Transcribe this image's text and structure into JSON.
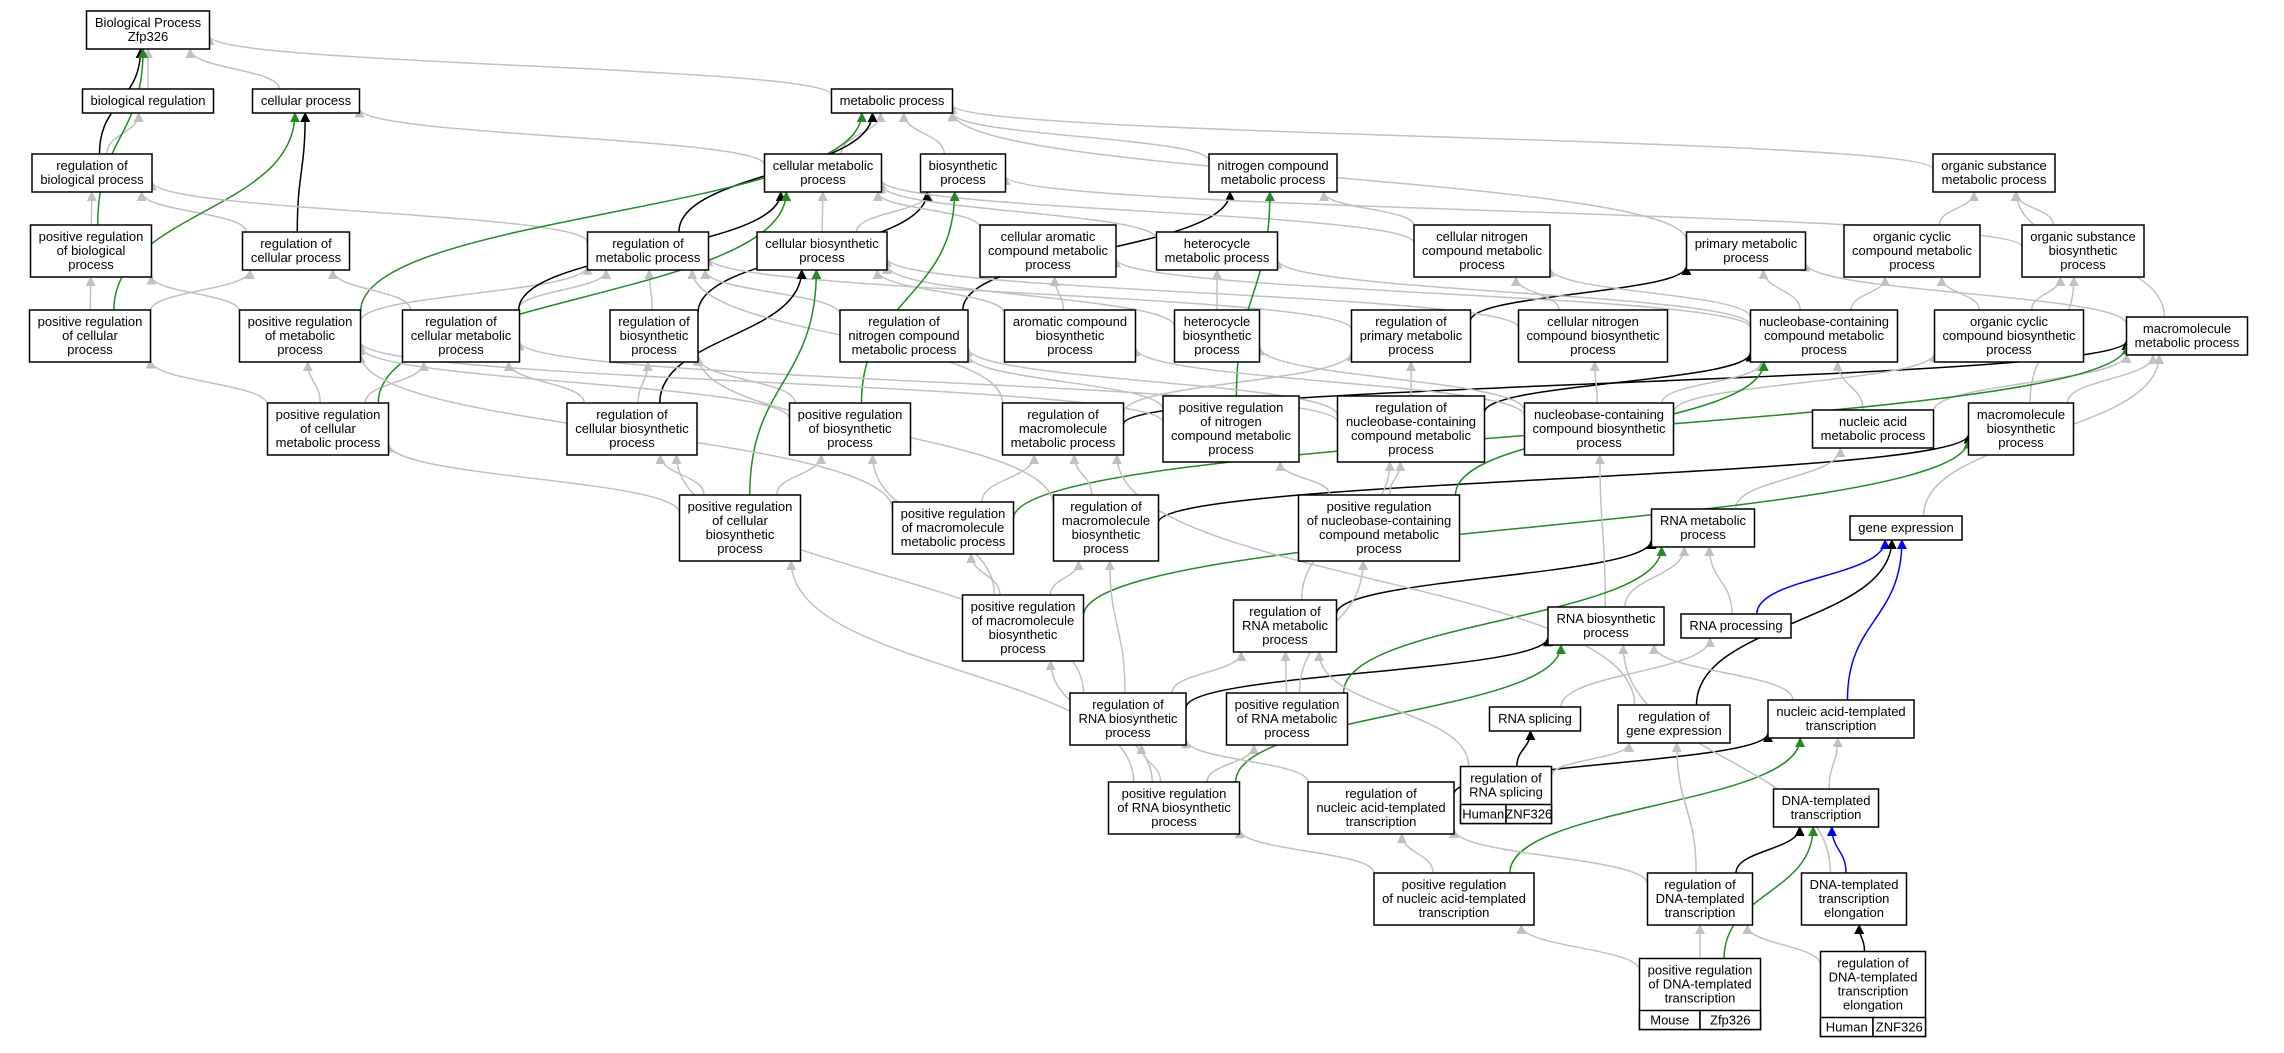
{
  "colors": {
    "is_a": "#c0c0c0",
    "regulates": "#000000",
    "positively_regulates": "#228b22",
    "part_of": "#0000ff",
    "human_tag": "#e8553f",
    "mouse_tag": "#add8e6"
  },
  "nodes": [
    {
      "id": "bp",
      "lines": [
        "Biological Process",
        "Zfp326"
      ]
    },
    {
      "id": "br",
      "lines": [
        "biological regulation"
      ]
    },
    {
      "id": "cp",
      "lines": [
        "cellular process"
      ]
    },
    {
      "id": "mp",
      "lines": [
        "metabolic process"
      ]
    },
    {
      "id": "rbp",
      "lines": [
        "regulation of",
        "biological process"
      ]
    },
    {
      "id": "cmp",
      "lines": [
        "cellular metabolic",
        "process"
      ]
    },
    {
      "id": "bsp",
      "lines": [
        "biosynthetic",
        "process"
      ]
    },
    {
      "id": "ncmp",
      "lines": [
        "nitrogen compound",
        "metabolic process"
      ]
    },
    {
      "id": "osmp",
      "lines": [
        "organic substance",
        "metabolic process"
      ]
    },
    {
      "id": "prbp",
      "lines": [
        "positive regulation",
        "of biological",
        "process"
      ]
    },
    {
      "id": "rcp",
      "lines": [
        "regulation of",
        "cellular process"
      ]
    },
    {
      "id": "rmp",
      "lines": [
        "regulation of",
        "metabolic process"
      ]
    },
    {
      "id": "cbp",
      "lines": [
        "cellular biosynthetic",
        "process"
      ]
    },
    {
      "id": "cacmp",
      "lines": [
        "cellular aromatic",
        "compound metabolic",
        "process"
      ]
    },
    {
      "id": "hmp",
      "lines": [
        "heterocycle",
        "metabolic process"
      ]
    },
    {
      "id": "cncmp",
      "lines": [
        "cellular nitrogen",
        "compound metabolic",
        "process"
      ]
    },
    {
      "id": "pmp",
      "lines": [
        "primary metabolic",
        "process"
      ]
    },
    {
      "id": "occmp",
      "lines": [
        "organic cyclic",
        "compound metabolic",
        "process"
      ]
    },
    {
      "id": "osbp",
      "lines": [
        "organic substance",
        "biosynthetic",
        "process"
      ]
    },
    {
      "id": "prcp",
      "lines": [
        "positive regulation",
        "of cellular",
        "process"
      ]
    },
    {
      "id": "prmp",
      "lines": [
        "positive regulation",
        "of metabolic",
        "process"
      ]
    },
    {
      "id": "rcmp",
      "lines": [
        "regulation of",
        "cellular metabolic",
        "process"
      ]
    },
    {
      "id": "rbsp",
      "lines": [
        "regulation of",
        "biosynthetic",
        "process"
      ]
    },
    {
      "id": "rncmp",
      "lines": [
        "regulation of",
        "nitrogen compound",
        "metabolic process"
      ]
    },
    {
      "id": "acbp",
      "lines": [
        "aromatic compound",
        "biosynthetic",
        "process"
      ]
    },
    {
      "id": "hbp",
      "lines": [
        "heterocycle",
        "biosynthetic",
        "process"
      ]
    },
    {
      "id": "rpmp",
      "lines": [
        "regulation of",
        "primary metabolic",
        "process"
      ]
    },
    {
      "id": "cncbp",
      "lines": [
        "cellular nitrogen",
        "compound biosynthetic",
        "process"
      ]
    },
    {
      "id": "nbcmp",
      "lines": [
        "nucleobase-containing",
        "compound metabolic",
        "process"
      ]
    },
    {
      "id": "occbp",
      "lines": [
        "organic cyclic",
        "compound biosynthetic",
        "process"
      ]
    },
    {
      "id": "mmp",
      "lines": [
        "macromolecule",
        "metabolic process"
      ]
    },
    {
      "id": "prcmp",
      "lines": [
        "positive regulation",
        "of cellular",
        "metabolic process"
      ]
    },
    {
      "id": "rcbp",
      "lines": [
        "regulation of",
        "cellular biosynthetic",
        "process"
      ]
    },
    {
      "id": "prbsp",
      "lines": [
        "positive regulation",
        "of biosynthetic",
        "process"
      ]
    },
    {
      "id": "rmmp",
      "lines": [
        "regulation of",
        "macromolecule",
        "metabolic process"
      ]
    },
    {
      "id": "prncmp",
      "lines": [
        "positive regulation",
        "of nitrogen",
        "compound metabolic",
        "process"
      ]
    },
    {
      "id": "rnbcmp",
      "lines": [
        "regulation of",
        "nucleobase-containing",
        "compound metabolic",
        "process"
      ]
    },
    {
      "id": "nbcbp",
      "lines": [
        "nucleobase-containing",
        "compound biosynthetic",
        "process"
      ]
    },
    {
      "id": "nam",
      "lines": [
        "nucleic acid",
        "metabolic process"
      ]
    },
    {
      "id": "mbp",
      "lines": [
        "macromolecule",
        "biosynthetic",
        "process"
      ]
    },
    {
      "id": "prcbp",
      "lines": [
        "positive regulation",
        "of cellular",
        "biosynthetic",
        "process"
      ]
    },
    {
      "id": "prmmp",
      "lines": [
        "positive regulation",
        "of macromolecule",
        "metabolic process"
      ]
    },
    {
      "id": "rmbp",
      "lines": [
        "regulation of",
        "macromolecule",
        "biosynthetic",
        "process"
      ]
    },
    {
      "id": "prnbcmp",
      "lines": [
        "positive regulation",
        "of nucleobase-containing",
        "compound metabolic",
        "process"
      ]
    },
    {
      "id": "rnamp",
      "lines": [
        "RNA metabolic",
        "process"
      ]
    },
    {
      "id": "ge",
      "lines": [
        "gene expression"
      ]
    },
    {
      "id": "prmbp",
      "lines": [
        "positive regulation",
        "of macromolecule",
        "biosynthetic",
        "process"
      ]
    },
    {
      "id": "rrnamp",
      "lines": [
        "regulation of",
        "RNA metabolic",
        "process"
      ]
    },
    {
      "id": "rnabp",
      "lines": [
        "RNA biosynthetic",
        "process"
      ]
    },
    {
      "id": "rnaproc",
      "lines": [
        "RNA processing"
      ]
    },
    {
      "id": "rrnabp",
      "lines": [
        "regulation of",
        "RNA biosynthetic",
        "process"
      ]
    },
    {
      "id": "prrnamp",
      "lines": [
        "positive regulation",
        "of RNA metabolic",
        "process"
      ]
    },
    {
      "id": "rnasp",
      "lines": [
        "RNA splicing"
      ]
    },
    {
      "id": "rge",
      "lines": [
        "regulation of",
        "gene expression"
      ]
    },
    {
      "id": "natt",
      "lines": [
        "nucleic acid-templated",
        "transcription"
      ]
    },
    {
      "id": "prrnabp",
      "lines": [
        "positive regulation",
        "of RNA biosynthetic",
        "process"
      ]
    },
    {
      "id": "rnatt",
      "lines": [
        "regulation of",
        "nucleic acid-templated",
        "transcription"
      ]
    },
    {
      "id": "rrnasp",
      "lines": [
        "regulation of",
        "RNA splicing"
      ],
      "tags": [
        "Human",
        "ZNF326"
      ],
      "tag_color": "#e8553f"
    },
    {
      "id": "dtt",
      "lines": [
        "DNA-templated",
        "transcription"
      ]
    },
    {
      "id": "prnatt",
      "lines": [
        "positive regulation",
        "of nucleic acid-templated",
        "transcription"
      ]
    },
    {
      "id": "rdtt",
      "lines": [
        "regulation of",
        "DNA-templated",
        "transcription"
      ]
    },
    {
      "id": "dtte",
      "lines": [
        "DNA-templated",
        "transcription",
        "elongation"
      ]
    },
    {
      "id": "prdtt",
      "lines": [
        "positive regulation",
        "of DNA-templated",
        "transcription"
      ],
      "tags": [
        "Mouse",
        "Zfp326"
      ],
      "tag_color": "#add8e6"
    },
    {
      "id": "rdtte",
      "lines": [
        "regulation of",
        "DNA-templated",
        "transcription",
        "elongation"
      ],
      "tags": [
        "Human",
        "ZNF326"
      ],
      "tag_color": "#e8553f"
    }
  ],
  "edges": [
    {
      "from": "br",
      "to": "bp",
      "type": "is_a"
    },
    {
      "from": "cp",
      "to": "bp",
      "type": "is_a"
    },
    {
      "from": "mp",
      "to": "bp",
      "type": "is_a"
    },
    {
      "from": "rbp",
      "to": "br",
      "type": "is_a"
    },
    {
      "from": "rbp",
      "to": "bp",
      "type": "regulates"
    },
    {
      "from": "prbp",
      "to": "rbp",
      "type": "is_a"
    },
    {
      "from": "prbp",
      "to": "bp",
      "type": "positively_regulates"
    },
    {
      "from": "rcp",
      "to": "rbp",
      "type": "is_a"
    },
    {
      "from": "rcp",
      "to": "cp",
      "type": "regulates"
    },
    {
      "from": "prcp",
      "to": "prbp",
      "type": "is_a"
    },
    {
      "from": "prcp",
      "to": "rcp",
      "type": "is_a"
    },
    {
      "from": "prcp",
      "to": "cp",
      "type": "positively_regulates"
    },
    {
      "from": "cmp",
      "to": "cp",
      "type": "is_a"
    },
    {
      "from": "cmp",
      "to": "mp",
      "type": "is_a"
    },
    {
      "from": "bsp",
      "to": "mp",
      "type": "is_a"
    },
    {
      "from": "ncmp",
      "to": "mp",
      "type": "is_a"
    },
    {
      "from": "osmp",
      "to": "mp",
      "type": "is_a"
    },
    {
      "from": "pmp",
      "to": "mp",
      "type": "is_a"
    },
    {
      "from": "rmp",
      "to": "rbp",
      "type": "is_a"
    },
    {
      "from": "rmp",
      "to": "mp",
      "type": "regulates"
    },
    {
      "from": "prmp",
      "to": "rmp",
      "type": "is_a"
    },
    {
      "from": "prmp",
      "to": "prbp",
      "type": "is_a"
    },
    {
      "from": "prmp",
      "to": "mp",
      "type": "positively_regulates"
    },
    {
      "from": "cbp",
      "to": "cmp",
      "type": "is_a"
    },
    {
      "from": "cbp",
      "to": "bsp",
      "type": "is_a"
    },
    {
      "from": "rcmp",
      "to": "rmp",
      "type": "is_a"
    },
    {
      "from": "rcmp",
      "to": "rcp",
      "type": "is_a"
    },
    {
      "from": "rcmp",
      "to": "cmp",
      "type": "regulates"
    },
    {
      "from": "rbsp",
      "to": "rmp",
      "type": "is_a"
    },
    {
      "from": "rbsp",
      "to": "bsp",
      "type": "regulates"
    },
    {
      "from": "rncmp",
      "to": "rmp",
      "type": "is_a"
    },
    {
      "from": "rncmp",
      "to": "ncmp",
      "type": "regulates"
    },
    {
      "from": "cacmp",
      "to": "cmp",
      "type": "is_a"
    },
    {
      "from": "hmp",
      "to": "cmp",
      "type": "is_a"
    },
    {
      "from": "cncmp",
      "to": "ncmp",
      "type": "is_a"
    },
    {
      "from": "cncmp",
      "to": "cmp",
      "type": "is_a"
    },
    {
      "from": "occmp",
      "to": "osmp",
      "type": "is_a"
    },
    {
      "from": "osbp",
      "to": "osmp",
      "type": "is_a"
    },
    {
      "from": "osbp",
      "to": "bsp",
      "type": "is_a"
    },
    {
      "from": "acbp",
      "to": "cacmp",
      "type": "is_a"
    },
    {
      "from": "acbp",
      "to": "cbp",
      "type": "is_a"
    },
    {
      "from": "hbp",
      "to": "hmp",
      "type": "is_a"
    },
    {
      "from": "hbp",
      "to": "cbp",
      "type": "is_a"
    },
    {
      "from": "rpmp",
      "to": "rmp",
      "type": "is_a"
    },
    {
      "from": "rpmp",
      "to": "pmp",
      "type": "regulates"
    },
    {
      "from": "cncbp",
      "to": "cncmp",
      "type": "is_a"
    },
    {
      "from": "cncbp",
      "to": "cbp",
      "type": "is_a"
    },
    {
      "from": "nbcmp",
      "to": "cacmp",
      "type": "is_a"
    },
    {
      "from": "nbcmp",
      "to": "hmp",
      "type": "is_a"
    },
    {
      "from": "nbcmp",
      "to": "cncmp",
      "type": "is_a"
    },
    {
      "from": "nbcmp",
      "to": "pmp",
      "type": "is_a"
    },
    {
      "from": "nbcmp",
      "to": "occmp",
      "type": "is_a"
    },
    {
      "from": "occbp",
      "to": "occmp",
      "type": "is_a"
    },
    {
      "from": "occbp",
      "to": "osbp",
      "type": "is_a"
    },
    {
      "from": "mmp",
      "to": "pmp",
      "type": "is_a"
    },
    {
      "from": "mmp",
      "to": "osmp",
      "type": "is_a"
    },
    {
      "from": "prcmp",
      "to": "prmp",
      "type": "is_a"
    },
    {
      "from": "prcmp",
      "to": "rcmp",
      "type": "is_a"
    },
    {
      "from": "prcmp",
      "to": "prcp",
      "type": "is_a"
    },
    {
      "from": "prcmp",
      "to": "cmp",
      "type": "positively_regulates"
    },
    {
      "from": "rcbp",
      "to": "rbsp",
      "type": "is_a"
    },
    {
      "from": "rcbp",
      "to": "rcmp",
      "type": "is_a"
    },
    {
      "from": "rcbp",
      "to": "cbp",
      "type": "regulates"
    },
    {
      "from": "prbsp",
      "to": "rbsp",
      "type": "is_a"
    },
    {
      "from": "prbsp",
      "to": "prmp",
      "type": "is_a"
    },
    {
      "from": "prbsp",
      "to": "bsp",
      "type": "positively_regulates"
    },
    {
      "from": "rmmp",
      "to": "rpmp",
      "type": "is_a"
    },
    {
      "from": "rmmp",
      "to": "rmp",
      "type": "is_a"
    },
    {
      "from": "rmmp",
      "to": "mmp",
      "type": "regulates"
    },
    {
      "from": "prncmp",
      "to": "rncmp",
      "type": "is_a"
    },
    {
      "from": "prncmp",
      "to": "prmp",
      "type": "is_a"
    },
    {
      "from": "prncmp",
      "to": "ncmp",
      "type": "positively_regulates"
    },
    {
      "from": "rnbcmp",
      "to": "rpmp",
      "type": "is_a"
    },
    {
      "from": "rnbcmp",
      "to": "rcmp",
      "type": "is_a"
    },
    {
      "from": "rnbcmp",
      "to": "rncmp",
      "type": "is_a"
    },
    {
      "from": "rnbcmp",
      "to": "nbcmp",
      "type": "regulates"
    },
    {
      "from": "nbcbp",
      "to": "nbcmp",
      "type": "is_a"
    },
    {
      "from": "nbcbp",
      "to": "hbp",
      "type": "is_a"
    },
    {
      "from": "nbcbp",
      "to": "acbp",
      "type": "is_a"
    },
    {
      "from": "nbcbp",
      "to": "cncbp",
      "type": "is_a"
    },
    {
      "from": "nbcbp",
      "to": "occbp",
      "type": "is_a"
    },
    {
      "from": "nam",
      "to": "nbcmp",
      "type": "is_a"
    },
    {
      "from": "nam",
      "to": "mmp",
      "type": "is_a"
    },
    {
      "from": "mbp",
      "to": "mmp",
      "type": "is_a"
    },
    {
      "from": "mbp",
      "to": "osbp",
      "type": "is_a"
    },
    {
      "from": "prcbp",
      "to": "prbsp",
      "type": "is_a"
    },
    {
      "from": "prcbp",
      "to": "rcbp",
      "type": "is_a"
    },
    {
      "from": "prcbp",
      "to": "prcmp",
      "type": "is_a"
    },
    {
      "from": "prcbp",
      "to": "cbp",
      "type": "positively_regulates"
    },
    {
      "from": "prmmp",
      "to": "rmmp",
      "type": "is_a"
    },
    {
      "from": "prmmp",
      "to": "prmp",
      "type": "is_a"
    },
    {
      "from": "prmmp",
      "to": "mmp",
      "type": "positively_regulates"
    },
    {
      "from": "rmbp",
      "to": "rmmp",
      "type": "is_a"
    },
    {
      "from": "rmbp",
      "to": "rbsp",
      "type": "is_a"
    },
    {
      "from": "rmbp",
      "to": "mbp",
      "type": "regulates"
    },
    {
      "from": "prnbcmp",
      "to": "rnbcmp",
      "type": "is_a"
    },
    {
      "from": "prnbcmp",
      "to": "prncmp",
      "type": "is_a"
    },
    {
      "from": "prnbcmp",
      "to": "nbcmp",
      "type": "positively_regulates"
    },
    {
      "from": "rnamp",
      "to": "nam",
      "type": "is_a"
    },
    {
      "from": "ge",
      "to": "mmp",
      "type": "is_a"
    },
    {
      "from": "prmbp",
      "to": "prmmp",
      "type": "is_a"
    },
    {
      "from": "prmbp",
      "to": "rmbp",
      "type": "is_a"
    },
    {
      "from": "prmbp",
      "to": "prbsp",
      "type": "is_a"
    },
    {
      "from": "prmbp",
      "to": "mbp",
      "type": "positively_regulates"
    },
    {
      "from": "rrnamp",
      "to": "rnbcmp",
      "type": "is_a"
    },
    {
      "from": "rrnamp",
      "to": "rnamp",
      "type": "regulates"
    },
    {
      "from": "rnabp",
      "to": "rnamp",
      "type": "is_a"
    },
    {
      "from": "rnabp",
      "to": "nbcbp",
      "type": "is_a"
    },
    {
      "from": "rnaproc",
      "to": "rnamp",
      "type": "is_a"
    },
    {
      "from": "rnaproc",
      "to": "ge",
      "type": "part_of"
    },
    {
      "from": "rrnabp",
      "to": "rrnamp",
      "type": "is_a"
    },
    {
      "from": "rrnabp",
      "to": "rmbp",
      "type": "is_a"
    },
    {
      "from": "rrnabp",
      "to": "rcbp",
      "type": "is_a"
    },
    {
      "from": "rrnabp",
      "to": "rnabp",
      "type": "regulates"
    },
    {
      "from": "prrnamp",
      "to": "rrnamp",
      "type": "is_a"
    },
    {
      "from": "prrnamp",
      "to": "prnbcmp",
      "type": "is_a"
    },
    {
      "from": "prrnamp",
      "to": "rnamp",
      "type": "positively_regulates"
    },
    {
      "from": "rnasp",
      "to": "rnaproc",
      "type": "is_a"
    },
    {
      "from": "rge",
      "to": "rmmp",
      "type": "is_a"
    },
    {
      "from": "rge",
      "to": "ge",
      "type": "regulates"
    },
    {
      "from": "natt",
      "to": "rnabp",
      "type": "is_a"
    },
    {
      "from": "natt",
      "to": "ge",
      "type": "part_of"
    },
    {
      "from": "prrnabp",
      "to": "rrnabp",
      "type": "is_a"
    },
    {
      "from": "prrnabp",
      "to": "prrnamp",
      "type": "is_a"
    },
    {
      "from": "prrnabp",
      "to": "prmbp",
      "type": "is_a"
    },
    {
      "from": "prrnabp",
      "to": "prcbp",
      "type": "is_a"
    },
    {
      "from": "prrnabp",
      "to": "rnabp",
      "type": "positively_regulates"
    },
    {
      "from": "rnatt",
      "to": "rrnabp",
      "type": "is_a"
    },
    {
      "from": "rnatt",
      "to": "natt",
      "type": "regulates"
    },
    {
      "from": "rrnasp",
      "to": "rrnamp",
      "type": "is_a"
    },
    {
      "from": "rrnasp",
      "to": "rge",
      "type": "is_a"
    },
    {
      "from": "rrnasp",
      "to": "rnasp",
      "type": "regulates"
    },
    {
      "from": "dtt",
      "to": "natt",
      "type": "is_a"
    },
    {
      "from": "prnatt",
      "to": "rnatt",
      "type": "is_a"
    },
    {
      "from": "prnatt",
      "to": "prrnabp",
      "type": "is_a"
    },
    {
      "from": "prnatt",
      "to": "natt",
      "type": "positively_regulates"
    },
    {
      "from": "rdtt",
      "to": "rnatt",
      "type": "is_a"
    },
    {
      "from": "rdtt",
      "to": "rge",
      "type": "is_a"
    },
    {
      "from": "rdtt",
      "to": "dtt",
      "type": "regulates"
    },
    {
      "from": "dtte",
      "to": "dtt",
      "type": "part_of"
    },
    {
      "from": "dtte",
      "to": "rnabp",
      "type": "is_a"
    },
    {
      "from": "prdtt",
      "to": "rdtt",
      "type": "is_a"
    },
    {
      "from": "prdtt",
      "to": "prnatt",
      "type": "is_a"
    },
    {
      "from": "prdtt",
      "to": "dtt",
      "type": "positively_regulates"
    },
    {
      "from": "rdtte",
      "to": "rdtt",
      "type": "is_a"
    },
    {
      "from": "rdtte",
      "to": "dtte",
      "type": "regulates"
    }
  ]
}
